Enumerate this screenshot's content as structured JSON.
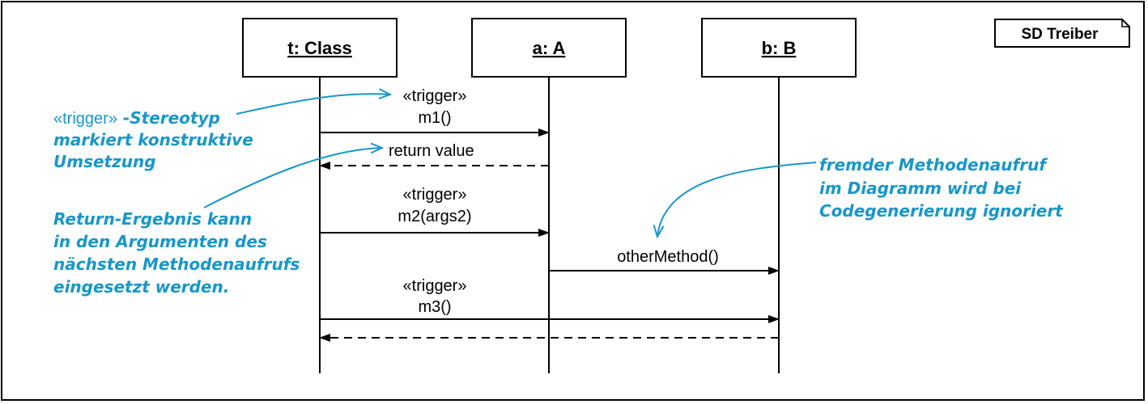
{
  "frame_label": "SD Treiber",
  "lifelines": [
    {
      "name": "t: Class"
    },
    {
      "name": "a: A"
    },
    {
      "name": "b: B"
    }
  ],
  "messages": {
    "m1_stereotype": "«trigger»",
    "m1_label": "m1()",
    "return_label": "return value",
    "m2_stereotype": "«trigger»",
    "m2_label": "m2(args2)",
    "other_label": "otherMethod()",
    "m3_stereotype": "«trigger»",
    "m3_label": "m3()"
  },
  "notes": {
    "trigger_note": {
      "prefix": "«trigger»",
      "line1_rest": " -Stereotyp",
      "line2": "markiert konstruktive",
      "line3": "Umsetzung"
    },
    "return_note": {
      "line1": "Return-Ergebnis kann",
      "line2": "in den Argumenten des",
      "line3": "nächsten Methodenaufrufs",
      "line4": "eingesetzt werden."
    },
    "foreign_note": {
      "line1": "fremder Methodenaufruf",
      "line2": "im Diagramm wird bei",
      "line3": "Codegenerierung ignoriert"
    }
  },
  "colors": {
    "note": "#1797c8",
    "line": "#000000"
  }
}
